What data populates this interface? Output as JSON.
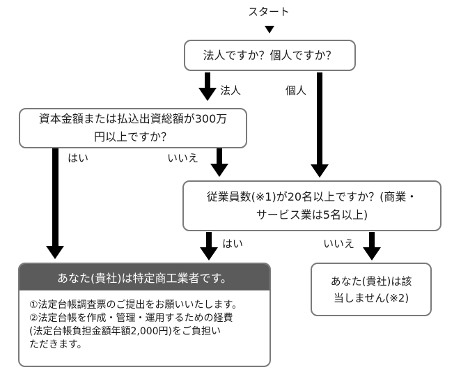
{
  "start": {
    "label": "スタート"
  },
  "q1": {
    "lines": [
      "法人ですか？個人ですか？"
    ]
  },
  "q2": {
    "lines": [
      "資本金額または払込出資総額が300万",
      "円以上ですか？"
    ]
  },
  "q3": {
    "lines": [
      "従業員数(※1)が20名以上ですか？(商業・",
      "サービス業は5名以上)"
    ]
  },
  "labels": {
    "corporate": "法人",
    "individual": "個人",
    "yes": "はい",
    "no": "いいえ"
  },
  "result": {
    "title": "あなた(貴社)は特定商工業者です。",
    "details": [
      "①法定台帳調査票のご提出をお願いいたします。",
      "②法定台帳を作成・管理・運用するための経費",
      "(法定台帳負担金額年額2,000円)をご負担い",
      "ただきます。"
    ]
  },
  "not_result": {
    "lines": [
      "あなた(貴社)は該",
      "当しません(※2)"
    ]
  }
}
